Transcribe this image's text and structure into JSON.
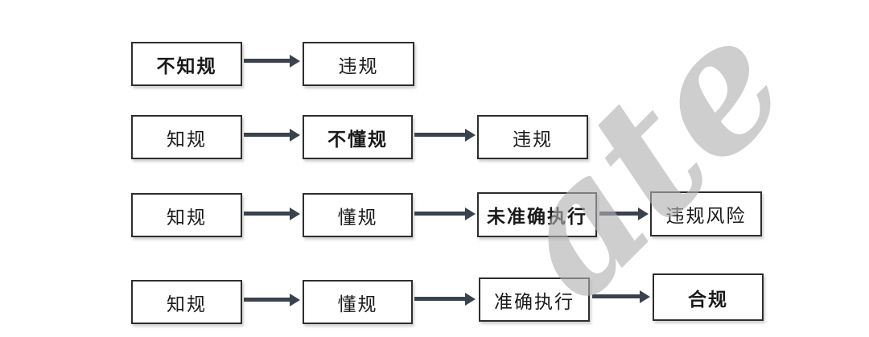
{
  "page": {
    "background": "#ffffff"
  },
  "watermark": {
    "text": "ate",
    "color": "#b0b0b0"
  },
  "diagram": {
    "type": "flowchart",
    "rows": [
      {
        "boxes": [
          {
            "label": "不知规",
            "emphasis": true
          },
          {
            "label": "违规",
            "emphasis": false
          }
        ]
      },
      {
        "boxes": [
          {
            "label": "知规",
            "emphasis": false
          },
          {
            "label": "不懂规",
            "emphasis": true
          },
          {
            "label": "违规",
            "emphasis": false
          }
        ]
      },
      {
        "boxes": [
          {
            "label": "知规",
            "emphasis": false
          },
          {
            "label": "懂规",
            "emphasis": false
          },
          {
            "label": "未准确执行",
            "emphasis": true
          },
          {
            "label": "违规风险",
            "emphasis": false
          }
        ]
      },
      {
        "boxes": [
          {
            "label": "知规",
            "emphasis": false
          },
          {
            "label": "懂规",
            "emphasis": false
          },
          {
            "label": "准确执行",
            "emphasis": false
          },
          {
            "label": "合规",
            "emphasis": true
          }
        ]
      }
    ],
    "colors": {
      "box_border": "#2e2e2e",
      "box_fill": "#ffffff",
      "label_text": "#1a1a1a",
      "arrow": "#3a424e",
      "watermark": "#b0b0b0"
    }
  }
}
